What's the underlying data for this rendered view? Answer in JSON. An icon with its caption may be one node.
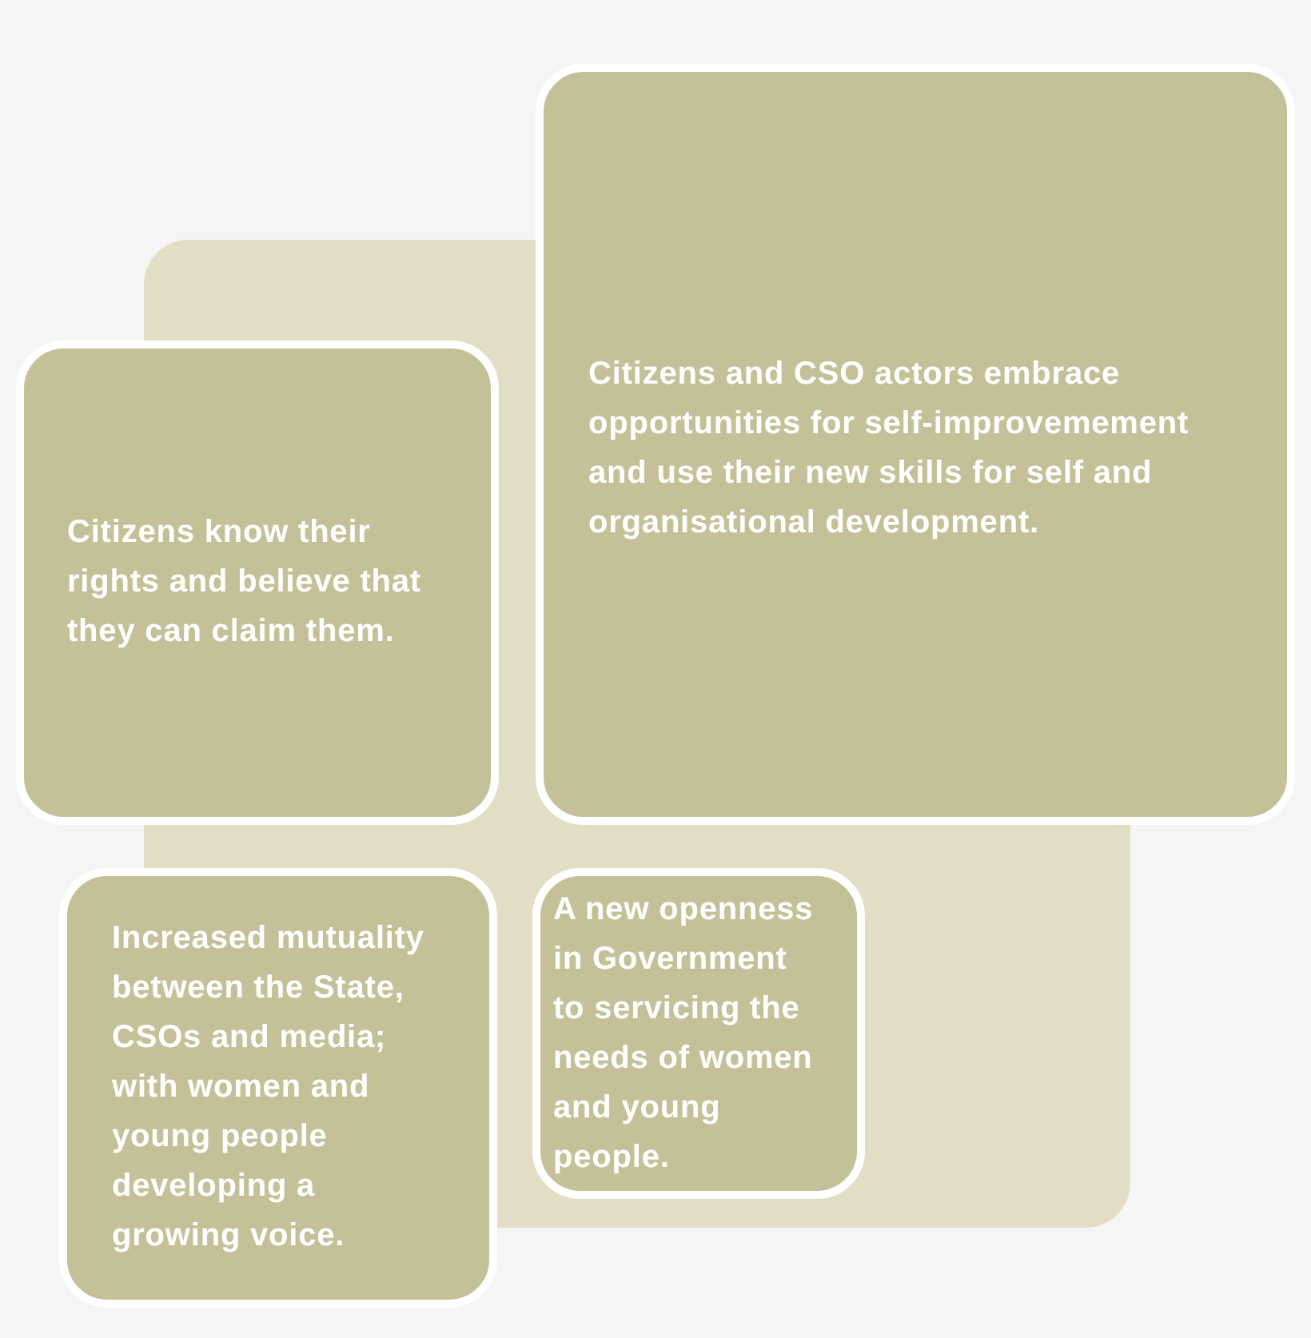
{
  "diagram": {
    "nodes": [
      {
        "text": [
          "Citizens know their rights and believe that they can claim them."
        ]
      },
      {
        "text": [
          "Citizens and CSO actors embrace opportunities for self-improvemement and use their new skills for self and organisational development."
        ]
      },
      {
        "text": [
          "Increased mutuality between the State, CSOs and media; with women and young people developing a growing voice."
        ]
      },
      {
        "text": [
          "A new openness in Government to servicing the needs of women and young people."
        ]
      }
    ]
  }
}
